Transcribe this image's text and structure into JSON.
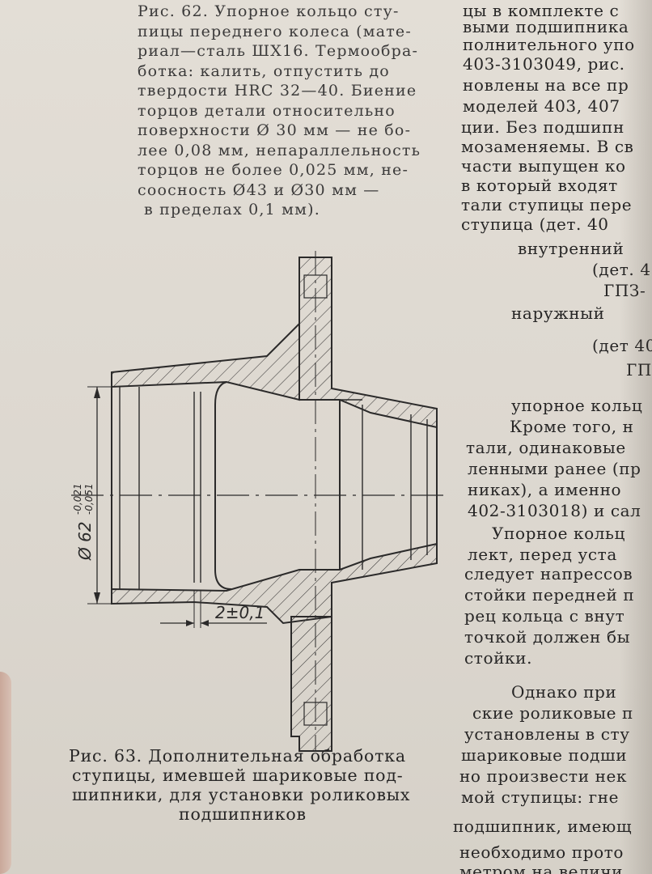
{
  "caption_62": [
    "Рис. 62. Упорное кольцо сту-",
    "пицы переднего колеса (мате-",
    "риал—сталь ШХ16. Термообра-",
    "ботка: калить, отпустить до",
    "твердости HRC 32—40. Биение",
    "торцов детали относительно",
    "поверхности Ø 30 мм — не бо-",
    "лее 0,08 мм, непараллельность",
    "торцов не более 0,025 мм, не-",
    "соосность Ø43 и Ø30 мм —",
    "в пределах 0,1 мм)."
  ],
  "right_column": [
    "цы в комплекте с",
    "выми подшипника",
    "полнительного упо",
    "403-3103049, рис.",
    "новлены на все пр",
    "моделей 403, 407",
    "ции. Без подшипн",
    "мозаменяемы. В св",
    "части выпущен ко",
    "в который входят",
    "тали ступицы пере",
    "ступица (дет. 40",
    "внутренний",
    "(дет. 4",
    "ГПЗ-",
    "наружный",
    "(дет 40",
    "ГП",
    "упорное кольц",
    "Кроме того, н",
    "тали, одинаковые",
    "ленными ранее (пр",
    "никах), а именно",
    "402-3103018) и сал",
    "Упорное кольц",
    "лект, перед уста",
    "следует напрессов",
    "стойки передней п",
    "рец кольца с внут",
    "точкой должен бы",
    "стойки.",
    "Однако при",
    "ские роликовые п",
    "установлены в сту",
    "шариковые подши",
    "но произвести нек",
    "мой ступицы: гне",
    "подшипник, имеющ",
    "необходимо прото",
    "метром на величи"
  ],
  "caption_63": [
    "Рис. 63. Дополнительная обработка",
    "ступицы, имевшей шариковые под-",
    "шипники, для установки роликовых",
    "подшипников"
  ],
  "drawing": {
    "diameter_label": "Ø 62",
    "tolerance_upper": "-0,021",
    "tolerance_lower": "-0,051",
    "offset_label": "2±0,1"
  }
}
